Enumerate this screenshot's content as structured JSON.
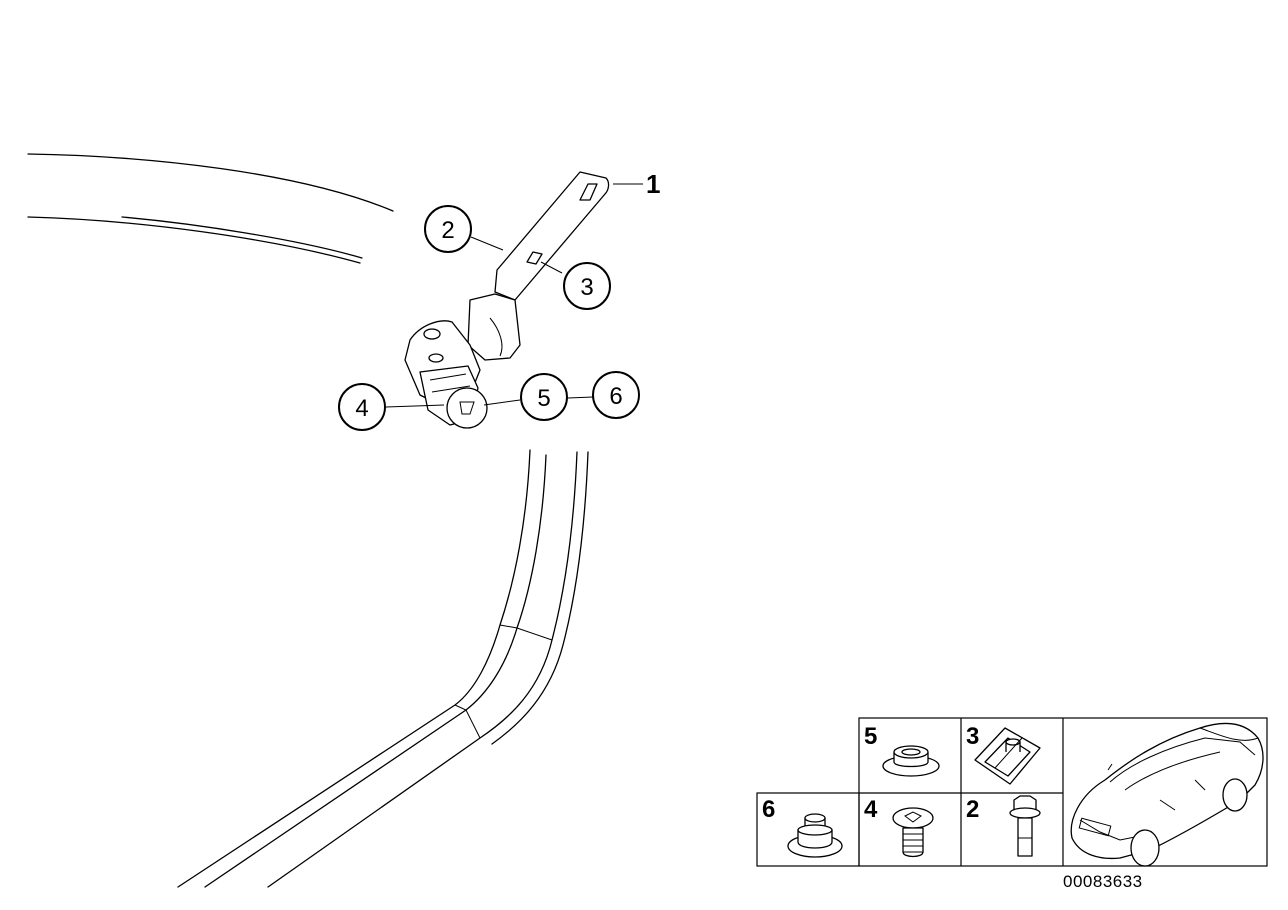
{
  "callouts": [
    {
      "id": "1",
      "label": "1"
    },
    {
      "id": "2",
      "label": "2"
    },
    {
      "id": "3",
      "label": "3"
    },
    {
      "id": "4",
      "label": "4"
    },
    {
      "id": "5",
      "label": "5"
    },
    {
      "id": "6",
      "label": "6"
    }
  ],
  "parts_table": {
    "cells": [
      {
        "label": "5",
        "icon": "washer-icon"
      },
      {
        "label": "3",
        "icon": "clip-nut-icon"
      },
      {
        "label": "6",
        "icon": "collar-nut-icon"
      },
      {
        "label": "4",
        "icon": "oval-head-screw-icon"
      },
      {
        "label": "2",
        "icon": "hex-bolt-icon"
      }
    ],
    "vehicle_icon": "car-icon"
  },
  "document_number": "00083633"
}
